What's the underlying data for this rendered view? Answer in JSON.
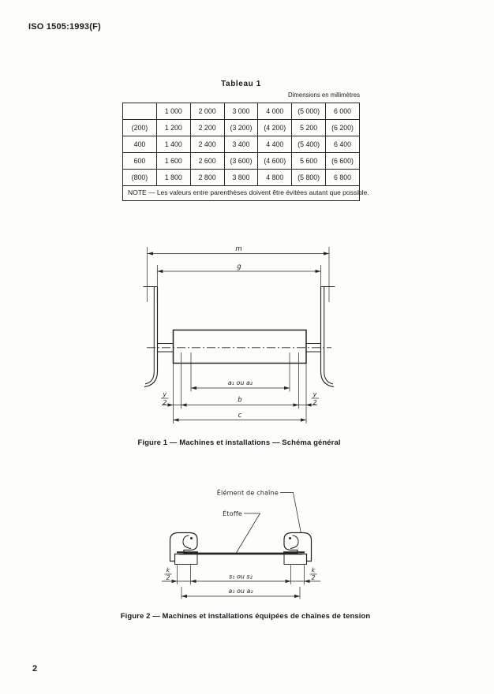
{
  "page": {
    "header": "ISO 1505:1993(F)",
    "page_number": "2"
  },
  "table": {
    "title": "Tableau 1",
    "units_note": "Dimensions en millimètres",
    "rows": [
      [
        "",
        "1 000",
        "2 000",
        "3 000",
        "4 000",
        "(5 000)",
        "6 000"
      ],
      [
        "(200)",
        "1 200",
        "2 200",
        "(3 200)",
        "(4 200)",
        "5 200",
        "(6 200)"
      ],
      [
        "400",
        "1 400",
        "2 400",
        "3 400",
        "4 400",
        "(5 400)",
        "6 400"
      ],
      [
        "600",
        "1 600",
        "2 600",
        "(3 600)",
        "(4 600)",
        "5 600",
        "(6 600)"
      ],
      [
        "(800)",
        "1 800",
        "2 800",
        "3 800",
        "4 800",
        "(5 800)",
        "6 800"
      ]
    ],
    "note": "NOTE — Les valeurs entre parenthèses doivent être évitées autant que possible."
  },
  "figure1": {
    "caption": "Figure 1 — Machines et installations — Schéma général",
    "labels": {
      "m": "m",
      "g": "g",
      "a": "a₁ ou a₂",
      "b": "b",
      "c": "c",
      "y_num": "y",
      "y_den": "2"
    }
  },
  "figure2": {
    "caption": "Figure 2 — Machines et installations équipées de chaînes de tension",
    "labels": {
      "chain_element": "Élément de chaîne",
      "fabric": "Étoffe",
      "s": "s₁ ou s₂",
      "a": "a₁ ou a₂",
      "k_num": "k",
      "k_den": "2"
    }
  }
}
